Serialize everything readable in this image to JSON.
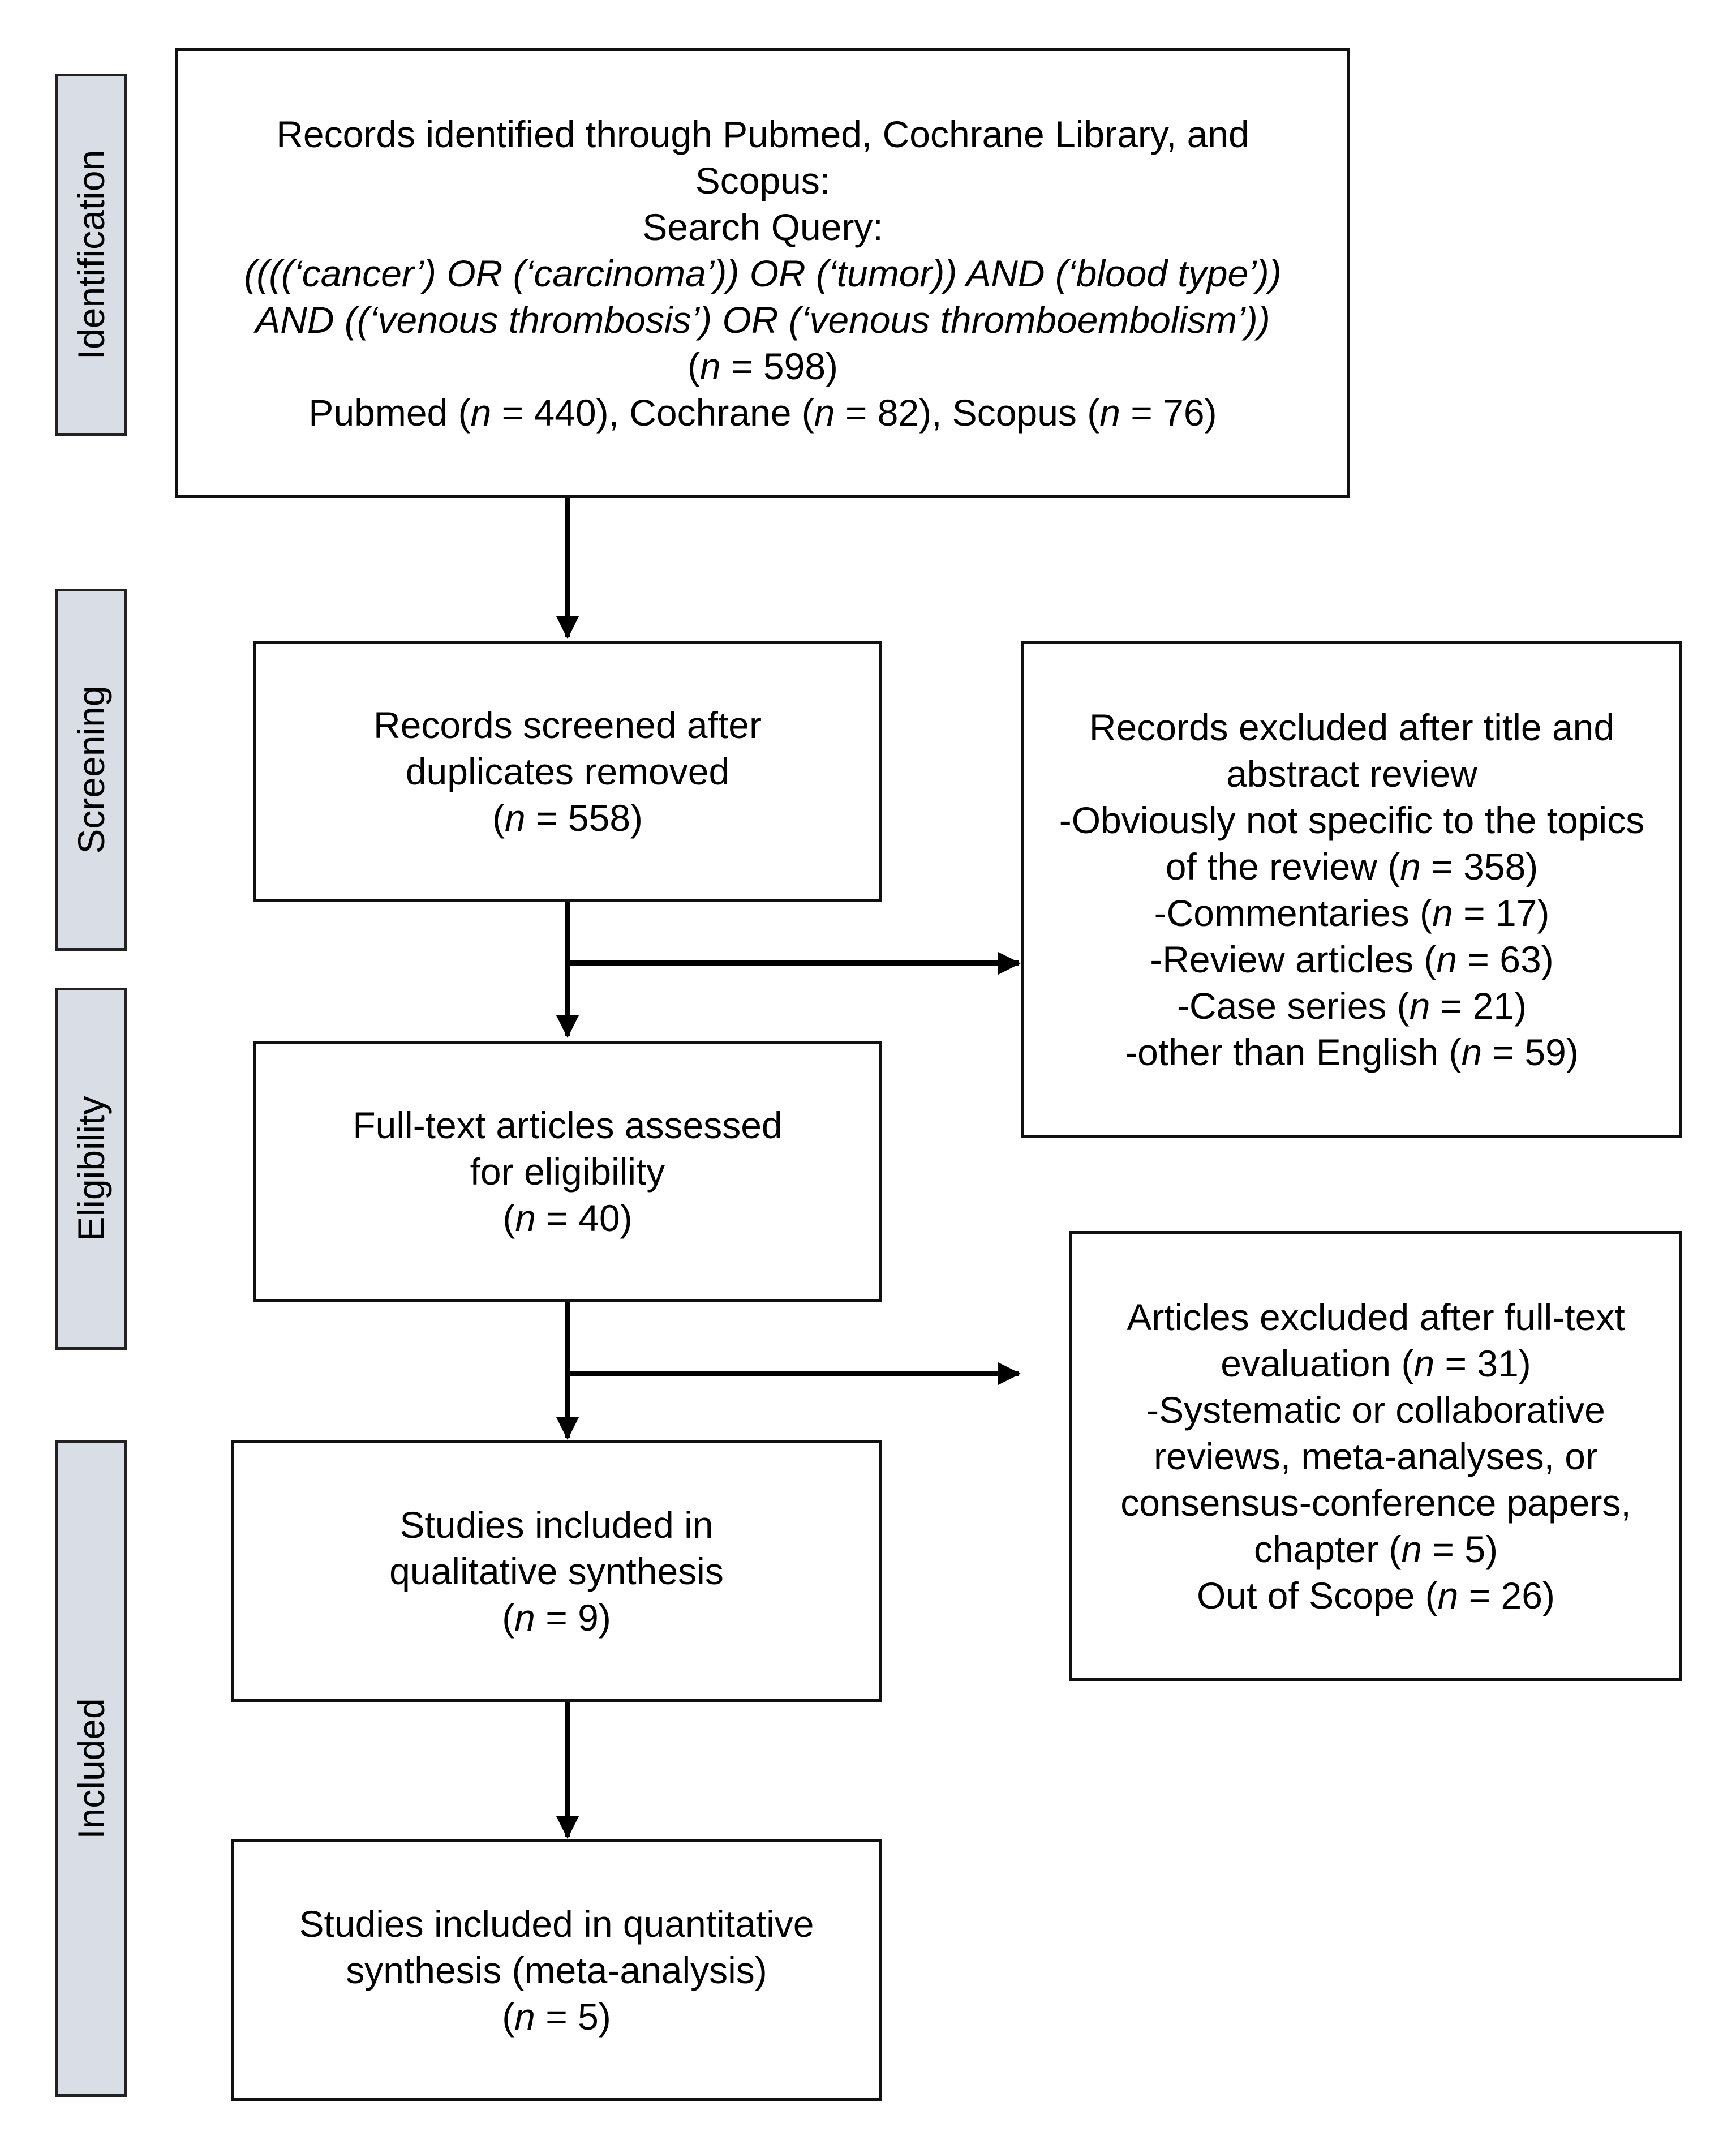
{
  "stages": {
    "identification": "Identification",
    "screening": "Screening",
    "eligibility": "Eligibility",
    "included": "Included"
  },
  "identification_box": {
    "line1": "Records identified through Pubmed, Cochrane Library, and",
    "line2": "Scopus:",
    "line3": "Search Query:",
    "query1": "((((‘cancer’) OR (‘carcinoma’)) OR (‘tumor)) AND (‘blood type’))",
    "query2": "AND ((‘venous thrombosis’) OR (‘venous thromboembolism’))",
    "total_open": "(",
    "total_n": "n",
    "total_value": " = 598)",
    "sources": {
      "pubmed": "Pubmed (",
      "pubmed_value": " = 440), Cochrane (",
      "cochrane_value": " = 82), Scopus (",
      "scopus_value": " = 76)"
    }
  },
  "screened_box": {
    "line1": "Records screened after",
    "line2": "duplicates removed",
    "count_open": "(",
    "count_n": "n",
    "count_value": " = 558)"
  },
  "excluded_screening_box": {
    "line1": "Records excluded after title and",
    "line2": "abstract review",
    "items": [
      {
        "pre": "-Obviously not specific to the topics",
        "n": "",
        "post": ""
      },
      {
        "pre": "of the review (",
        "n": "n",
        "post": " = 358)"
      },
      {
        "pre": "-Commentaries (",
        "n": "n",
        "post": " = 17)"
      },
      {
        "pre": "-Review articles (",
        "n": "n",
        "post": " = 63)"
      },
      {
        "pre": "-Case series (",
        "n": "n",
        "post": " = 21)"
      },
      {
        "pre": "-other than English (",
        "n": "n",
        "post": " = 59)"
      }
    ]
  },
  "eligibility_box": {
    "line1": "Full-text articles assessed",
    "line2": "for eligibility",
    "count_open": "(",
    "count_n": "n",
    "count_value": " = 40)"
  },
  "excluded_fulltext_box": {
    "items": [
      {
        "pre": "Articles excluded after full-text",
        "n": "",
        "post": ""
      },
      {
        "pre": "evaluation (",
        "n": "n",
        "post": " = 31)"
      },
      {
        "pre": "-Systematic or collaborative",
        "n": "",
        "post": ""
      },
      {
        "pre": "reviews, meta-analyses, or",
        "n": "",
        "post": ""
      },
      {
        "pre": "consensus-conference papers,",
        "n": "",
        "post": ""
      },
      {
        "pre": "chapter (",
        "n": "n",
        "post": " = 5)"
      },
      {
        "pre": "Out of Scope (",
        "n": "n",
        "post": " = 26)"
      }
    ]
  },
  "qualitative_box": {
    "line1": "Studies included in",
    "line2": "qualitative synthesis",
    "count_open": "(",
    "count_n": "n",
    "count_value": " = 9)"
  },
  "quantitative_box": {
    "line1": "Studies included in quantitative",
    "line2": "synthesis (meta-analysis)",
    "count_open": "(",
    "count_n": "n",
    "count_value": " = 5)"
  }
}
